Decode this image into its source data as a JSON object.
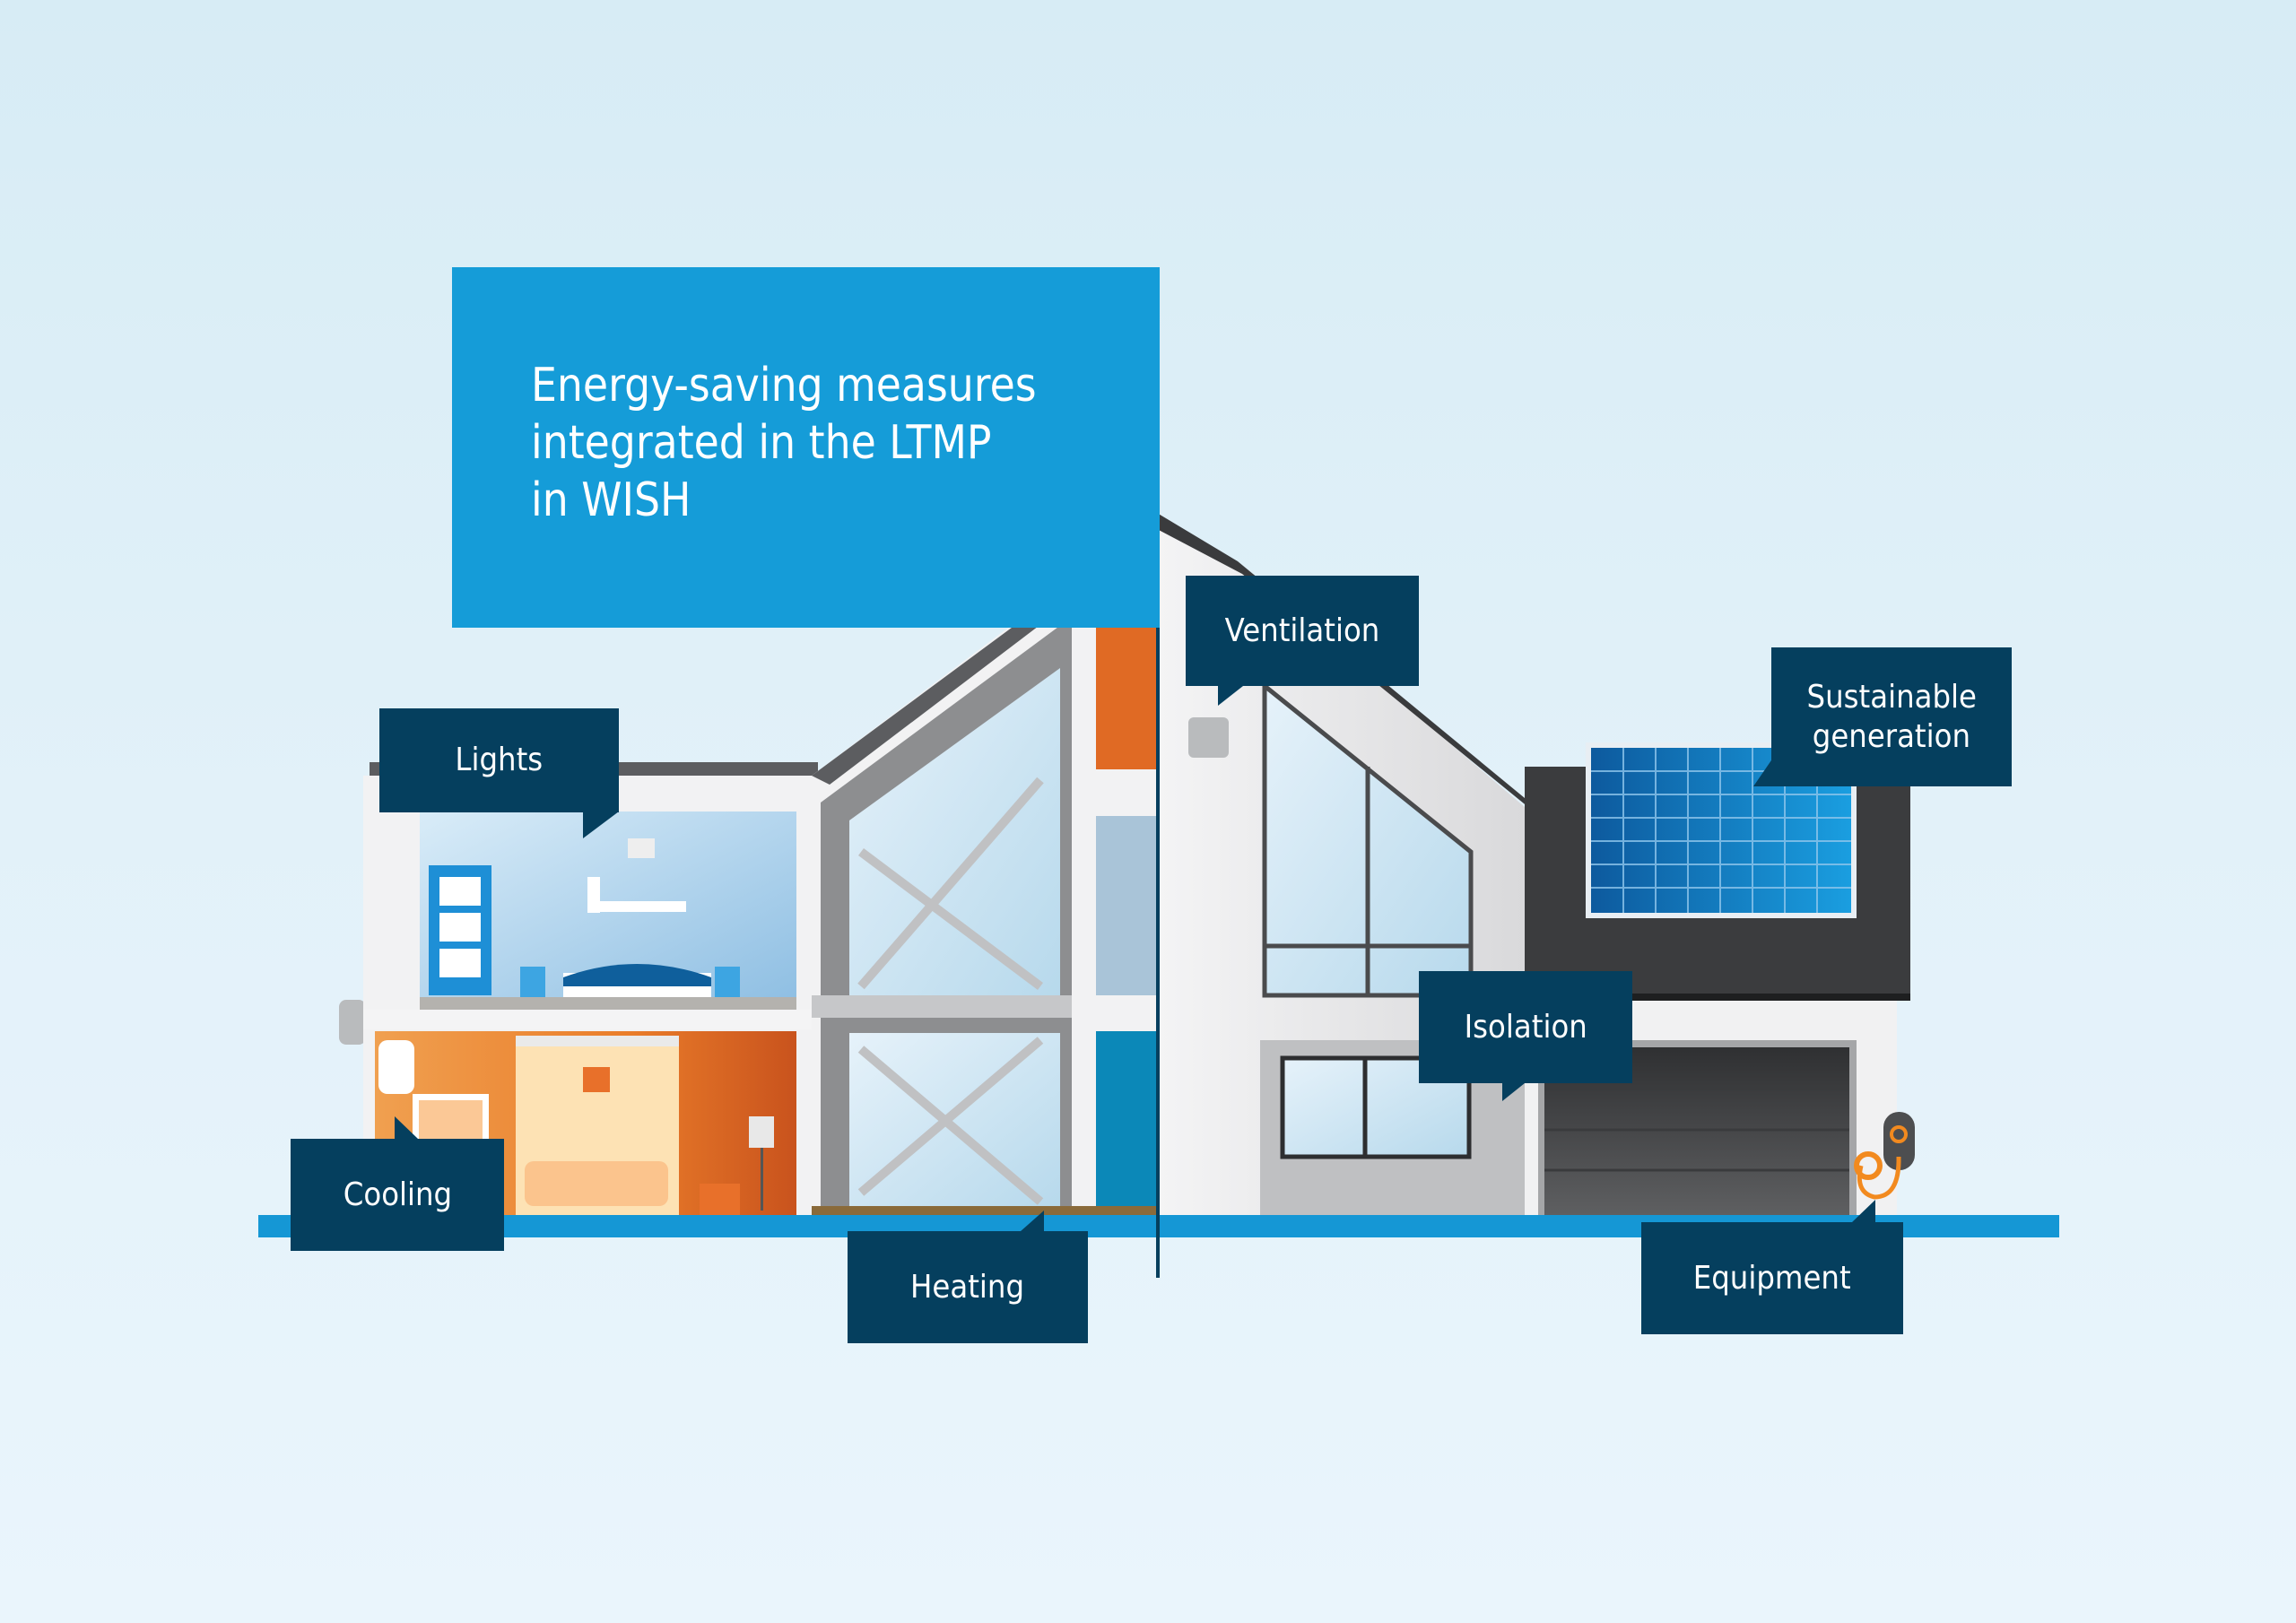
{
  "title": {
    "lines": [
      "Energy-saving measures",
      "integrated in the LTMP",
      "in WISH"
    ]
  },
  "callouts": {
    "lights": "Lights",
    "ventilation": "Ventilation",
    "sustainable_generation_line1": "Sustainable",
    "sustainable_generation_line2": "generation",
    "isolation": "Isolation",
    "cooling": "Cooling",
    "heating": "Heating",
    "equipment": "Equipment"
  },
  "colors": {
    "background": "#dcedf6",
    "title_box": "#159cd8",
    "callout": "#053f5e",
    "ground_line": "#1597d5",
    "orange_wall": "#e8792a",
    "blue_room": "#a9cfe9",
    "roof_dark": "#3a3b3d",
    "solar_panel": "#1a79c0"
  }
}
